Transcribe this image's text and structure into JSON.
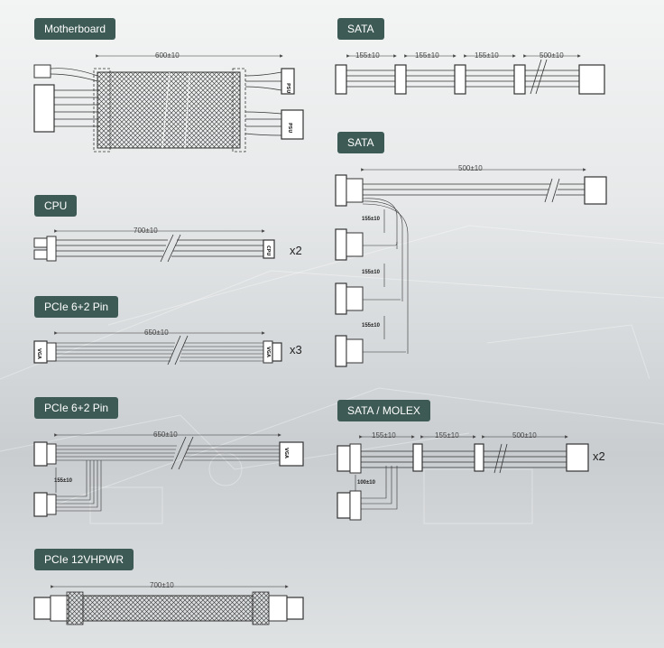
{
  "labels": {
    "motherboard": "Motherboard",
    "cpu": "CPU",
    "pcie1": "PCIe 6+2 Pin",
    "pcie2": "PCIe 6+2 Pin",
    "pcie12": "PCIe 12VHPWR",
    "sata1": "SATA",
    "sata2": "SATA",
    "sata_molex": "SATA / MOLEX"
  },
  "dims": {
    "mb": "600±10",
    "cpu": "700±10",
    "pcie1": "650±10",
    "pcie2_main": "650±10",
    "pcie2_branch": "155±10",
    "pcie12": "700±10",
    "sata1_a": "155±10",
    "sata1_b": "155±10",
    "sata1_c": "155±10",
    "sata1_d": "500±10",
    "sata2_main": "500±10",
    "sata2_a": "155±10",
    "sata2_b": "155±10",
    "sata2_c": "155±10",
    "sm_a": "155±10",
    "sm_b": "155±10",
    "sm_c": "500±10",
    "sm_branch": "100±10"
  },
  "multipliers": {
    "cpu": "x2",
    "pcie1": "x3",
    "sata_molex": "x2"
  },
  "connector_marks": {
    "psu": "PSU",
    "cpu": "CPU",
    "vga": "VGA"
  }
}
